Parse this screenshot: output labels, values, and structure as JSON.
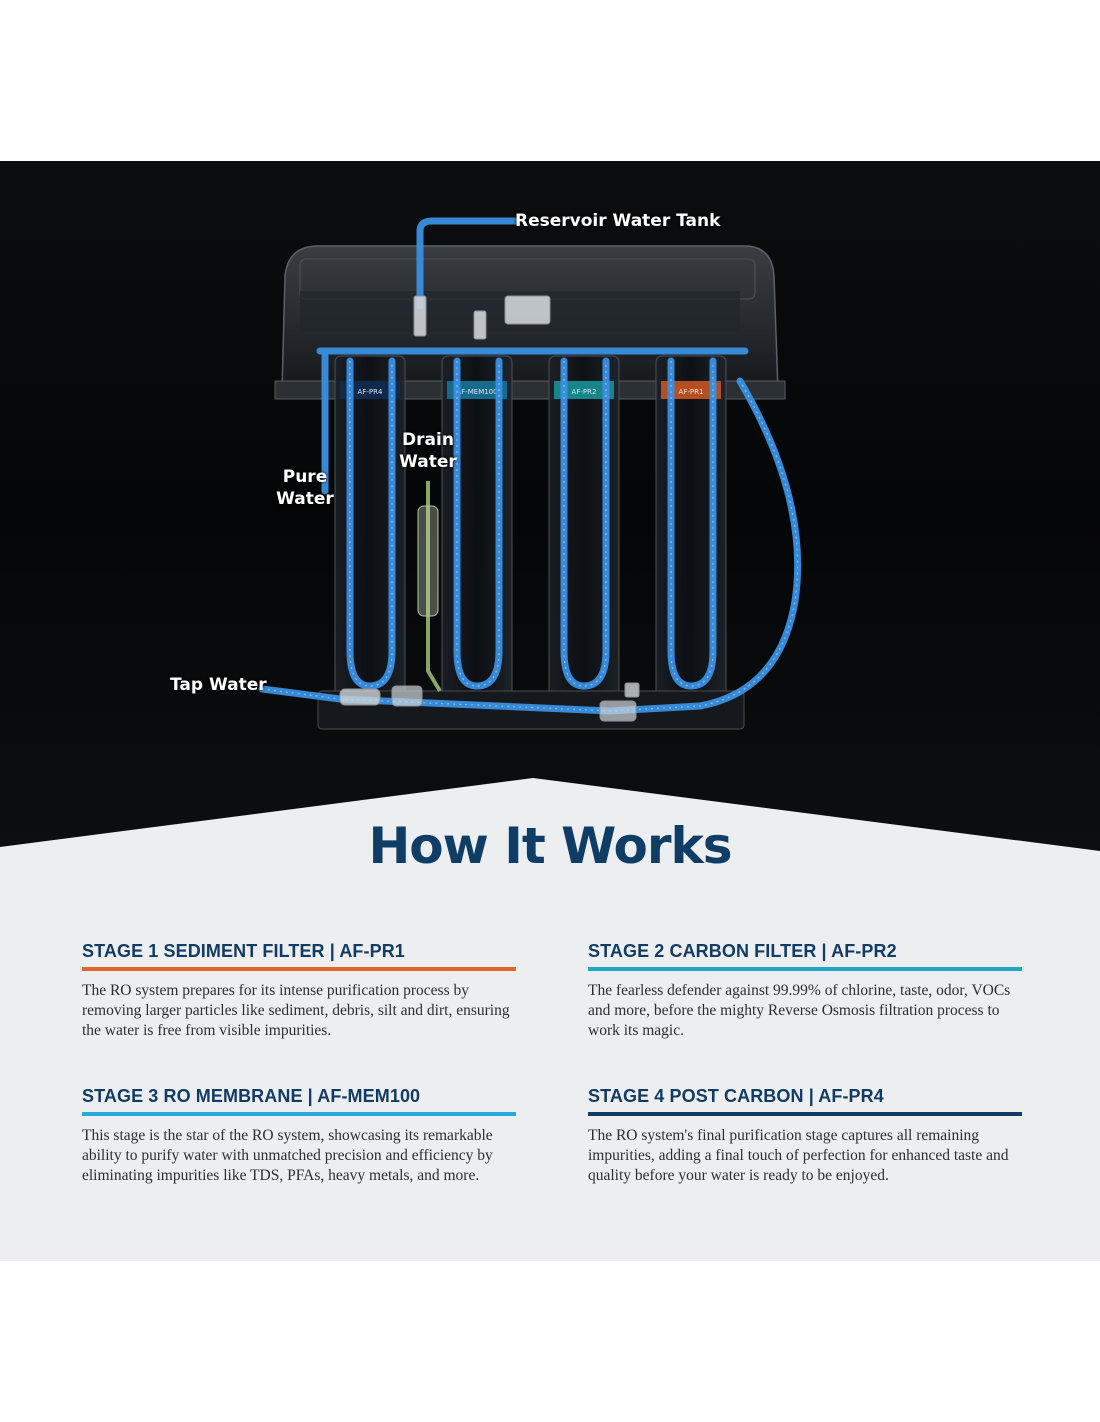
{
  "colors": {
    "background": "#050607",
    "panel": "#eceef0",
    "title": "#0f3d66",
    "stage_heading": "#123c63",
    "tube_blue": "#3a8fe0",
    "stage1_accent": "#e4652c",
    "stage2_accent": "#1fa6c8",
    "stage3_accent": "#29a8e0",
    "stage4_accent": "#123c63"
  },
  "diagram": {
    "callouts": {
      "reservoir": "Reservoir Water Tank",
      "drain_line1": "Drain",
      "drain_line2": "Water",
      "pure_line1": "Pure",
      "pure_line2": "Water",
      "tap": "Tap Water"
    },
    "cartridge_labels": [
      "AF-PR4",
      "AF-MEM100",
      "AF-PR2",
      "AF-PR1"
    ]
  },
  "section": {
    "title": "How It Works",
    "stages": [
      {
        "heading": "STAGE 1 SEDIMENT FILTER | AF-PR1",
        "body": "The RO system prepares for its intense purification process by removing larger particles like sediment, debris, silt and dirt, ensuring the water is free from visible impurities."
      },
      {
        "heading": "STAGE 2 CARBON FILTER | AF-PR2",
        "body": "The fearless defender against 99.99% of chlorine, taste, odor, VOCs and more, before the mighty Reverse Osmosis filtration process to work its magic."
      },
      {
        "heading": "STAGE 3 RO MEMBRANE | AF-MEM100",
        "body": "This stage is the star of the RO system, showcasing its remarkable ability to purify water with unmatched precision and efficiency by eliminating impurities like TDS, PFAs, heavy metals, and more."
      },
      {
        "heading": "STAGE 4 POST CARBON | AF-PR4",
        "body": "The RO system's final purification stage captures all remaining impurities, adding a final touch of perfection for enhanced taste and quality before your water is ready to be enjoyed."
      }
    ]
  }
}
